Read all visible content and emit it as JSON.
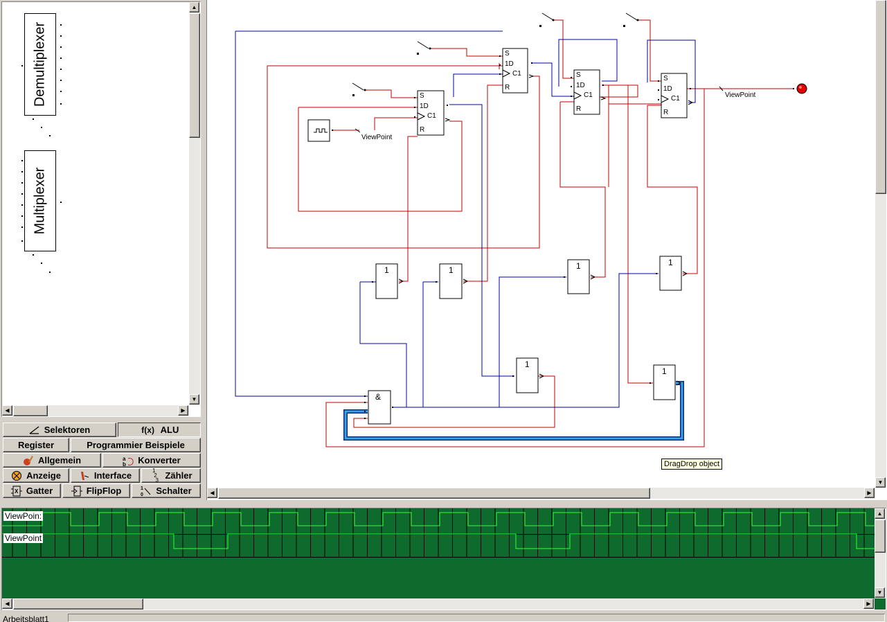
{
  "palette": {
    "components": [
      {
        "name": "Demultiplexer"
      },
      {
        "name": "Multiplexer"
      }
    ]
  },
  "tabs": {
    "row1": [
      {
        "label": "Selektoren",
        "icon": "selector-icon"
      },
      {
        "label": "ALU",
        "icon": "function-icon",
        "active": true
      }
    ],
    "row2": [
      {
        "label": "Register"
      },
      {
        "label": "Programmier Beispiele"
      }
    ],
    "row3": [
      {
        "label": "Allgemein",
        "icon": "general-icon"
      },
      {
        "label": "Konverter",
        "icon": "converter-icon"
      }
    ],
    "row4": [
      {
        "label": "Anzeige",
        "icon": "display-icon"
      },
      {
        "label": "Interface",
        "icon": "interface-icon"
      },
      {
        "label": "Zähler",
        "icon": "counter-icon"
      }
    ],
    "row5": [
      {
        "label": "Gatter",
        "icon": "gate-icon"
      },
      {
        "label": "FlipFlop",
        "icon": "flipflop-icon"
      },
      {
        "label": "Schalter",
        "icon": "switch-icon"
      }
    ]
  },
  "circuit": {
    "ff_pins": {
      "s": "S",
      "d": "1D",
      "c": "C1",
      "r": "R"
    },
    "or_label": "1",
    "and_label": "&",
    "viewpoint_label": "ViewPoint",
    "tooltip": "DragDrop object"
  },
  "timing": {
    "signals": [
      {
        "label": "ViewPoin:"
      },
      {
        "label": "ViewPoint"
      }
    ],
    "colors": {
      "bg": "#0e6b2d",
      "wave": "#33ff33",
      "grid": "#000000"
    }
  },
  "status": {
    "sheet_tab": "Arbeitsblatt1"
  },
  "colors": {
    "wire_red": "#c00000",
    "wire_blue": "#0000a0",
    "selected_wire": "#1e88c0",
    "led": "#e00000"
  }
}
